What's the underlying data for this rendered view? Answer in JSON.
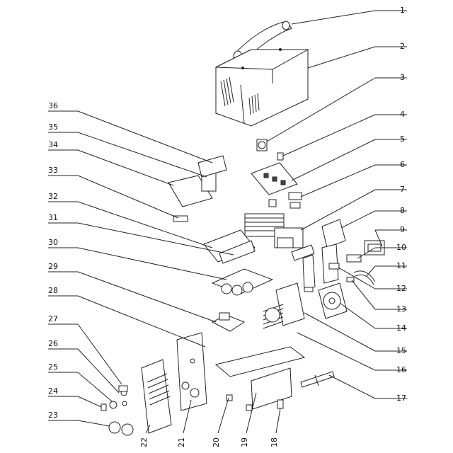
{
  "diagram": {
    "labels_right": [
      "1",
      "2",
      "3",
      "4",
      "5",
      "6",
      "7",
      "8",
      "9",
      "10",
      "11",
      "12",
      "13",
      "14",
      "15",
      "16",
      "17"
    ],
    "labels_left": [
      "36",
      "35",
      "34",
      "33",
      "32",
      "31",
      "30",
      "29",
      "28",
      "27",
      "26",
      "25",
      "24",
      "23"
    ],
    "labels_bottom": [
      "22",
      "21",
      "20",
      "19",
      "18"
    ]
  }
}
